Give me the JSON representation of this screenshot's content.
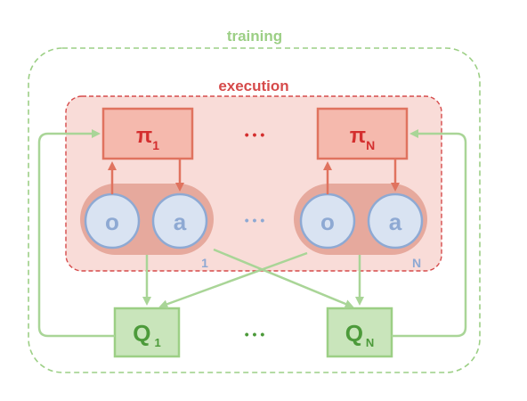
{
  "training": {
    "label": "training",
    "color": "#9ccf85",
    "fill": "none"
  },
  "execution": {
    "label": "execution",
    "color": "#d64b4b",
    "fill": "#f9dcd8"
  },
  "policies": [
    {
      "symbol": "π",
      "subscript": "1"
    },
    {
      "symbol": "π",
      "subscript": "N"
    }
  ],
  "policy_color": {
    "stroke": "#e0735f",
    "fill": "#f5b9ad",
    "text": "#d42e2e"
  },
  "agents": [
    {
      "obs": "o",
      "act": "a",
      "index": "1"
    },
    {
      "obs": "o",
      "act": "a",
      "index": "N"
    }
  ],
  "agent_color": {
    "pill": "#e6a99d",
    "circle_fill": "#d9e3f2",
    "circle_stroke": "#8ea9d3",
    "text": "#8ea9d3"
  },
  "critics": [
    {
      "symbol": "Q",
      "subscript": "1"
    },
    {
      "symbol": "Q",
      "subscript": "N"
    }
  ],
  "critic_color": {
    "stroke": "#9ccf85",
    "fill": "#c9e5bb",
    "text": "#4c9a3a"
  },
  "ellipsis": "• • •",
  "ellipsis_colors": {
    "policy": "#d42e2e",
    "agent": "#8ea9d3",
    "critic": "#4c9a3a"
  },
  "arrow_colors": {
    "policy": "#e0735f",
    "critic": "#a9d597"
  }
}
